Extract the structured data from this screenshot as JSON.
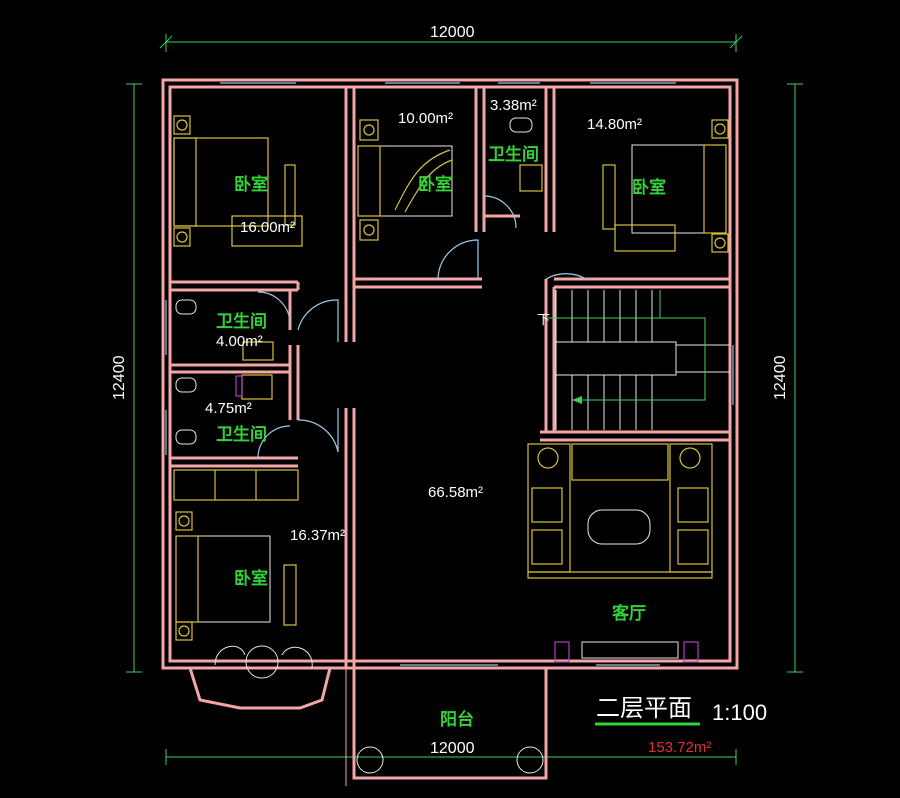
{
  "plan": {
    "title": "二层平面",
    "scale": "1:100",
    "total_area": "153.72m²",
    "dimensions": {
      "top_width": "12000",
      "bottom_width": "12000",
      "left_height": "12400",
      "right_height": "12400"
    },
    "rooms": {
      "bedroom_label": "卧室",
      "bathroom_label": "卫生间",
      "living_label": "客厅",
      "balcony_label": "阳台",
      "stair_down": "下"
    },
    "areas": {
      "bedroom_nw": "16.00m²",
      "bedroom_nc": "10.00m²",
      "bath_n": "3.38m²",
      "bedroom_ne": "14.80m²",
      "bath_w1": "4.00m²",
      "bath_w2": "4.75m²",
      "bedroom_sw": "16.37m²",
      "living": "66.58m²"
    },
    "colors": {
      "background": "#000000",
      "wall": "#f4a6a6",
      "room_label": "#34d23a",
      "total_area": "#e03030",
      "furniture": "#d8c23a",
      "dimension": "#40d060"
    }
  }
}
